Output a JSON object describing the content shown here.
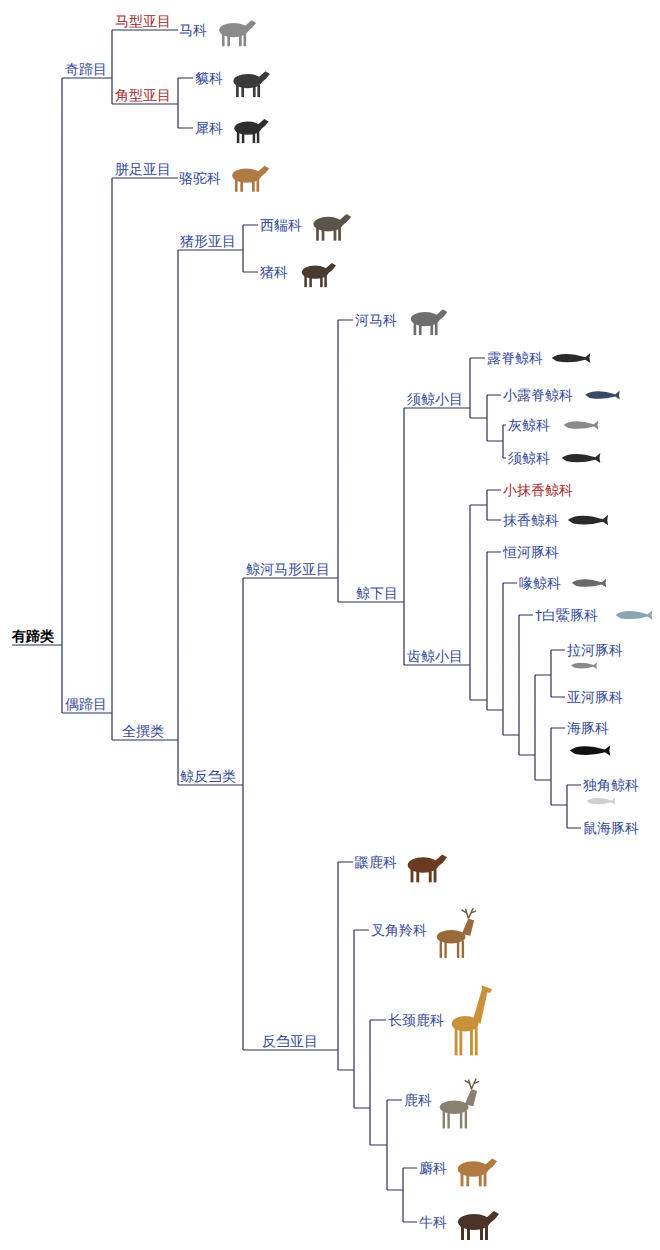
{
  "diagram": {
    "labels": [
      "马型亚目",
      "马科",
      "奇蹄目",
      "貘科",
      "角型亚目",
      "犀科",
      "胼足亚目",
      "骆驼科",
      "西貒科",
      "猪形亚目",
      "猪科",
      "河马科",
      "露脊鲸科",
      "小露脊鲸科",
      "须鲸小目",
      "灰鲸科",
      "须鲸科",
      "小抹香鲸科",
      "抹香鲸科",
      "恒河豚科",
      "鲸河马形亚目",
      "喙鲸科",
      "鲸下目",
      "†白鱀豚科",
      "有蹄类",
      "拉河豚科",
      "齿鲸小目",
      "亚河豚科",
      "偶蹄目",
      "海豚科",
      "全撰类",
      "鲸反刍类",
      "独角鲸科",
      "鼠海豚科",
      "鼷鹿科",
      "叉角羚科",
      "长颈鹿科",
      "反刍亚目",
      "鹿科",
      "麝科",
      "牛科"
    ]
  }
}
